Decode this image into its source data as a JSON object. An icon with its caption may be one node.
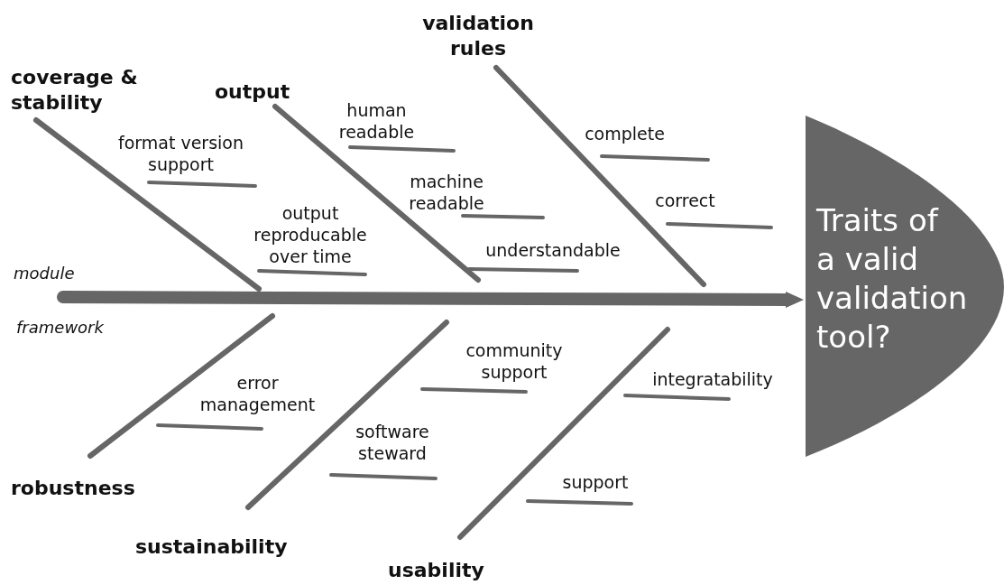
{
  "diagram": {
    "nodes": [
      {
        "text": [
          "coverage & stability"
        ]
      },
      {
        "text": [
          "format version support"
        ]
      },
      {
        "text": [
          "output reproducable over time"
        ]
      },
      {
        "text": [
          "output"
        ]
      },
      {
        "text": [
          "human readable"
        ]
      },
      {
        "text": [
          "machine readable"
        ]
      },
      {
        "text": [
          "understandable"
        ]
      },
      {
        "text": [
          "validation rules"
        ]
      },
      {
        "text": [
          "complete"
        ]
      },
      {
        "text": [
          "correct"
        ]
      },
      {
        "text": [
          "Traits of a valid validation tool?"
        ]
      },
      {
        "text": [
          "robustness"
        ]
      },
      {
        "text": [
          "error management"
        ]
      },
      {
        "text": [
          "sustainability"
        ]
      },
      {
        "text": [
          "community support"
        ]
      },
      {
        "text": [
          "software steward"
        ]
      },
      {
        "text": [
          "usability"
        ]
      },
      {
        "text": [
          "integratability"
        ]
      },
      {
        "text": [
          "support"
        ]
      }
    ],
    "edges": [
      {
        "from": 0,
        "to": null,
        "arrow": "none"
      },
      {
        "from": 3,
        "to": null,
        "arrow": "none"
      },
      {
        "from": 7,
        "to": null,
        "arrow": "none"
      },
      {
        "from": 11,
        "to": null,
        "arrow": "none"
      },
      {
        "from": 13,
        "to": null,
        "arrow": "none"
      },
      {
        "from": 16,
        "to": null,
        "arrow": "none"
      },
      {
        "from": null,
        "to": 10,
        "arrow": "to",
        "style": "thick"
      },
      {
        "from": 1,
        "to": null,
        "arrow": "none"
      },
      {
        "from": 2,
        "to": null,
        "arrow": "none"
      },
      {
        "from": 4,
        "to": null,
        "arrow": "none"
      },
      {
        "from": 5,
        "to": null,
        "arrow": "none"
      },
      {
        "from": 6,
        "to": null,
        "arrow": "none"
      },
      {
        "from": 8,
        "to": null,
        "arrow": "none"
      },
      {
        "from": 9,
        "to": null,
        "arrow": "none"
      },
      {
        "from": 12,
        "to": null,
        "arrow": "none"
      },
      {
        "from": 14,
        "to": null,
        "arrow": "none"
      },
      {
        "from": 15,
        "to": null,
        "arrow": "none"
      },
      {
        "from": 17,
        "to": null,
        "arrow": "none"
      },
      {
        "from": 18,
        "to": null,
        "arrow": "none"
      }
    ],
    "labels": [
      "module",
      "framework"
    ]
  }
}
